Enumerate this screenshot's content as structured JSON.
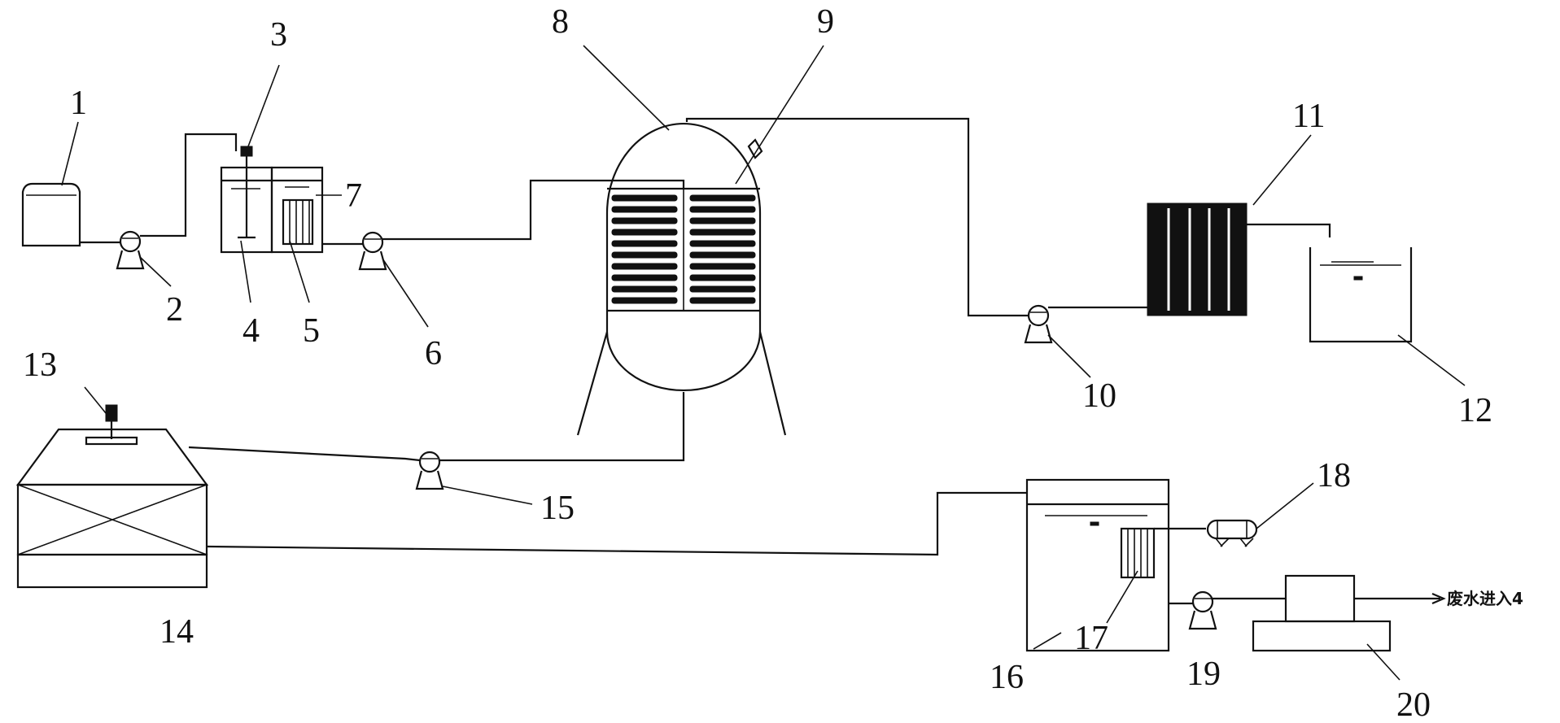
{
  "labels": {
    "l1": "1",
    "l2": "2",
    "l3": "3",
    "l4": "4",
    "l5": "5",
    "l6": "6",
    "l7": "7",
    "l8": "8",
    "l9": "9",
    "l10": "10",
    "l11": "11",
    "l12": "12",
    "l13": "13",
    "l14": "14",
    "l15": "15",
    "l16": "16",
    "l17": "17",
    "l18": "18",
    "l19": "19",
    "l20": "20"
  },
  "annotation": "废水进入4"
}
